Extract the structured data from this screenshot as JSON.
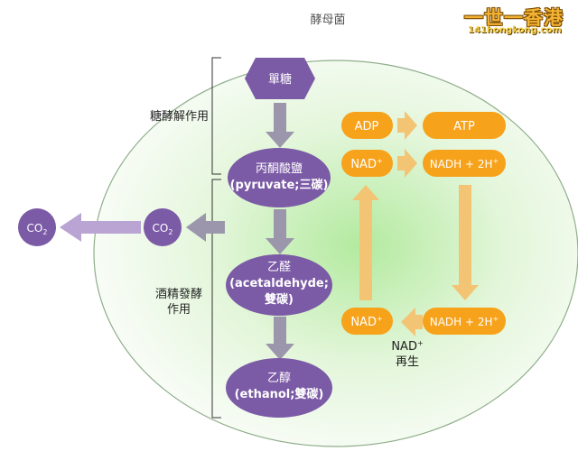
{
  "title": "酵母菌",
  "process_labels": {
    "glycolysis": "糖酵解作用",
    "fermentation_line1": "酒精發酵",
    "fermentation_line2": "作用"
  },
  "molecules": {
    "glucose": "單糖",
    "pyruvate_line1": "丙酮酸鹽",
    "pyruvate_line2": "(pyruvate;三碳)",
    "acetaldehyde_line1": "乙醛",
    "acetaldehyde_line2": "(acetaldehyde;",
    "acetaldehyde_line3": "雙碳)",
    "ethanol_line1": "乙醇",
    "ethanol_line2": "(ethanol;雙碳)",
    "co2_main": "CO",
    "co2_sub": "2"
  },
  "energy": {
    "adp": "ADP",
    "atp": "ATP",
    "nad_main": "NAD",
    "nad_sup": "+",
    "nadh": "NADH + 2H",
    "nadh_sup": "+",
    "regen_line1": "NAD",
    "regen_sup": "+",
    "regen_line2": "再生"
  },
  "watermark": {
    "top": "一世一香港",
    "bottom": "141hongkong.com"
  },
  "colors": {
    "purple": "#7b5aa6",
    "grey_arrow": "#9b96ab",
    "light_purple_arrow": "#b9a4d4",
    "orange": "#f7a21b",
    "orange_arrow": "#f3c474",
    "cell_fill_center": "#b7eaa4",
    "cell_stroke": "#8fae8a"
  }
}
